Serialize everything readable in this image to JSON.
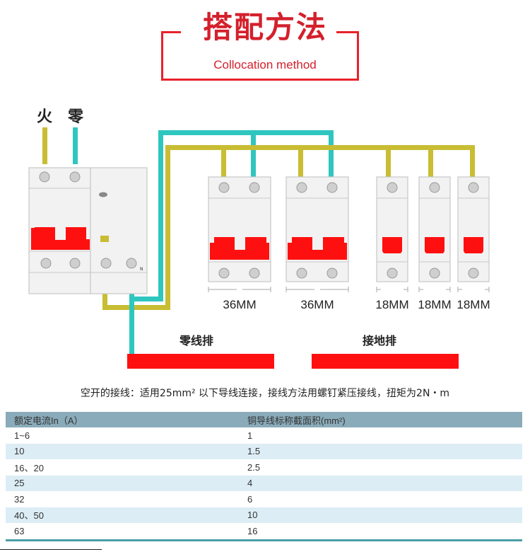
{
  "header": {
    "title_cn": "搭配方法",
    "title_en": "Collocation method",
    "accent_color": "#e8222a"
  },
  "diagram": {
    "wire_labels": {
      "live": "火",
      "neutral": "零"
    },
    "rcbo": {
      "type": "2P+N leakage breaker",
      "n_terminal_label": "N"
    },
    "breakers": [
      {
        "poles": 2,
        "width_label": "36MM"
      },
      {
        "poles": 2,
        "width_label": "36MM"
      },
      {
        "poles": 1,
        "width_label": "18MM"
      },
      {
        "poles": 1,
        "width_label": "18MM"
      },
      {
        "poles": 1,
        "width_label": "18MM"
      }
    ],
    "busbars": [
      {
        "label": "零线排"
      },
      {
        "label": "接地排"
      }
    ],
    "colors": {
      "live_wire": "#c8bd33",
      "neutral_wire": "#2ec6bf",
      "handle": "#ff1010",
      "busbar": "#ff1010",
      "body": "#f2f2f2",
      "terminal": "#cfcfcf"
    }
  },
  "note": "空开的接线：适用25mm² 以下导线连接，接线方法用螺钉紧压接线，扭矩为2N・m",
  "table": {
    "headers": [
      "额定电流In（A）",
      "铜导线标称截面积(mm²)"
    ],
    "rows": [
      [
        "1~6",
        "1"
      ],
      [
        "10",
        "1.5"
      ],
      [
        "16、20",
        "2.5"
      ],
      [
        "25",
        "4"
      ],
      [
        "32",
        "6"
      ],
      [
        "40、50",
        "10"
      ],
      [
        "63",
        "16"
      ]
    ]
  }
}
